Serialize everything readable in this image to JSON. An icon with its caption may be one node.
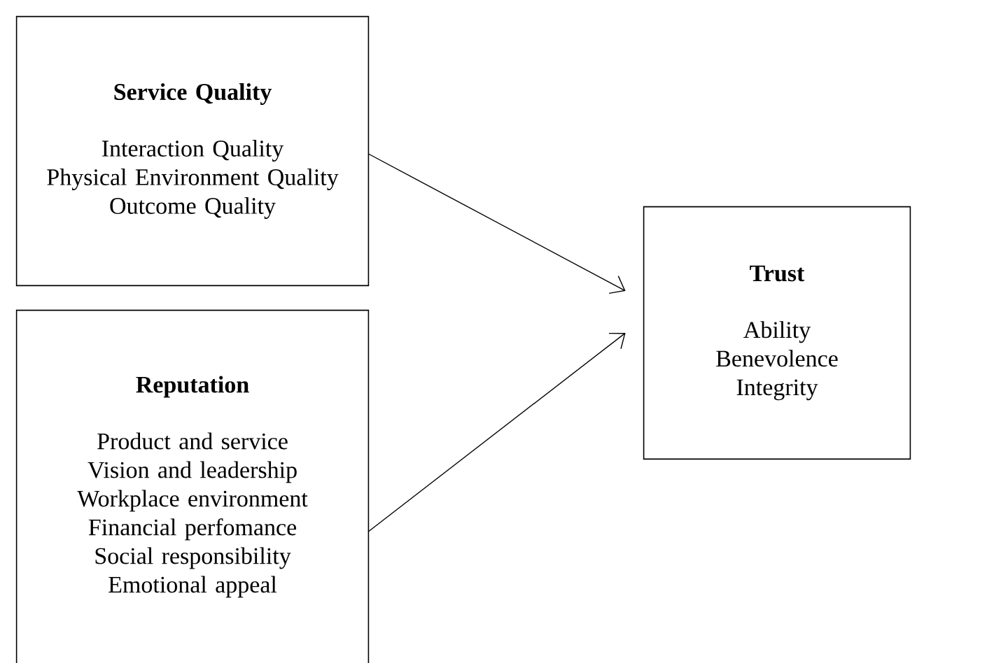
{
  "diagram": {
    "nodes": [
      {
        "text": [
          "Service Quality",
          "Interaction Quality",
          "Physical Environment Quality",
          "Outcome Quality"
        ]
      },
      {
        "text": [
          "Reputation",
          "Product and service",
          "Vision and leadership",
          "Workplace environment",
          "Financial perfomance",
          "Social responsibility",
          "Emotional appeal"
        ]
      },
      {
        "text": [
          "Trust",
          "Ability",
          "Benevolence",
          "Integrity"
        ]
      }
    ],
    "edges": [
      {
        "from": 0,
        "to": 2,
        "arrow": "to"
      },
      {
        "from": 1,
        "to": 2,
        "arrow": "to"
      }
    ]
  }
}
